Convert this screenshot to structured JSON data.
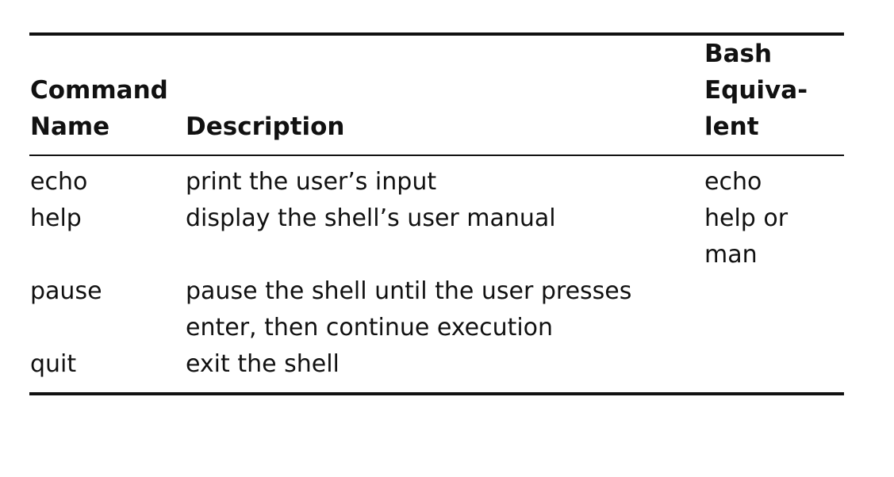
{
  "table": {
    "headers": {
      "name": [
        "Command",
        "Name"
      ],
      "description": [
        "Description"
      ],
      "bash": [
        "Bash",
        "Equiva-",
        "lent"
      ]
    },
    "rows": [
      {
        "name": "echo",
        "description": [
          "print the user’s input"
        ],
        "bash": [
          "echo"
        ]
      },
      {
        "name": "help",
        "description": [
          "display the shell’s user manual"
        ],
        "bash": [
          "help or",
          "man"
        ]
      },
      {
        "name": "pause",
        "description": [
          "pause the shell until the user presses",
          "enter, then continue execution"
        ],
        "bash": [
          ""
        ]
      },
      {
        "name": "quit",
        "description": [
          "exit the shell"
        ],
        "bash": [
          ""
        ]
      }
    ]
  }
}
